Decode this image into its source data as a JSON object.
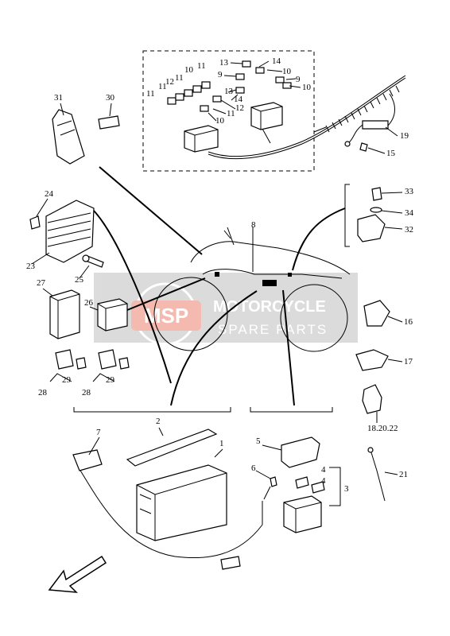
{
  "watermark": {
    "logo_text": "MSP",
    "title": "MOTORCYCLE",
    "subtitle": "SPARE PARTS",
    "accent_color": "#e23a1e"
  },
  "callouts": {
    "p1": "1",
    "p2": "2",
    "p3": "3",
    "p4a": "4",
    "p4b": "4",
    "p5": "5",
    "p6": "6",
    "p7": "7",
    "p8": "8",
    "p9a": "9",
    "p9b": "9",
    "p10a": "10",
    "p10b": "10",
    "p10c": "10",
    "p10d": "10",
    "p11a": "11",
    "p11b": "11",
    "p11c": "11",
    "p11d": "11",
    "p11e": "11",
    "p12a": "12",
    "p12b": "12",
    "p13a": "13",
    "p13b": "13",
    "p14a": "14",
    "p14b": "14",
    "p15": "15",
    "p16": "16",
    "p17": "17",
    "p18": "18.20.22",
    "p19": "19",
    "p21": "21",
    "p23": "23",
    "p24": "24",
    "p25": "25",
    "p26": "26",
    "p27": "27",
    "p28a": "28",
    "p28b": "28",
    "p29a": "29",
    "p29b": "29",
    "p30": "30",
    "p31": "31",
    "p32": "32",
    "p33": "33",
    "p34": "34"
  },
  "direction_arrow": "front-arrow-icon"
}
